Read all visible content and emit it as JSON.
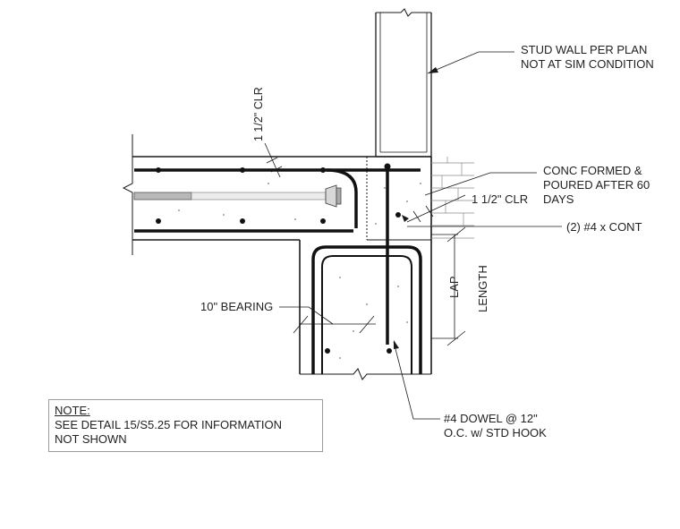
{
  "labels": {
    "stud_wall": [
      "STUD WALL PER PLAN",
      "NOT AT SIM CONDITION"
    ],
    "clear_top": "1 1/2\" CLR",
    "conc_formed": [
      "CONC FORMED &",
      "POURED AFTER 60",
      "DAYS"
    ],
    "clear_right": "1 1/2\" CLR",
    "bars_cont": "(2) #4 x CONT",
    "lap": "LAP",
    "length": "LENGTH",
    "bearing": "10\" BEARING",
    "dowel": [
      "#4 DOWEL @ 12\"",
      "O.C. w/ STD HOOK"
    ]
  },
  "note": {
    "title": "NOTE:",
    "lines": [
      "SEE DETAIL 15/S5.25 FOR INFORMATION",
      "NOT SHOWN"
    ]
  },
  "colors": {
    "line": "#1a1a1a",
    "light": "#8a8a8a",
    "rebar": "#111111"
  }
}
